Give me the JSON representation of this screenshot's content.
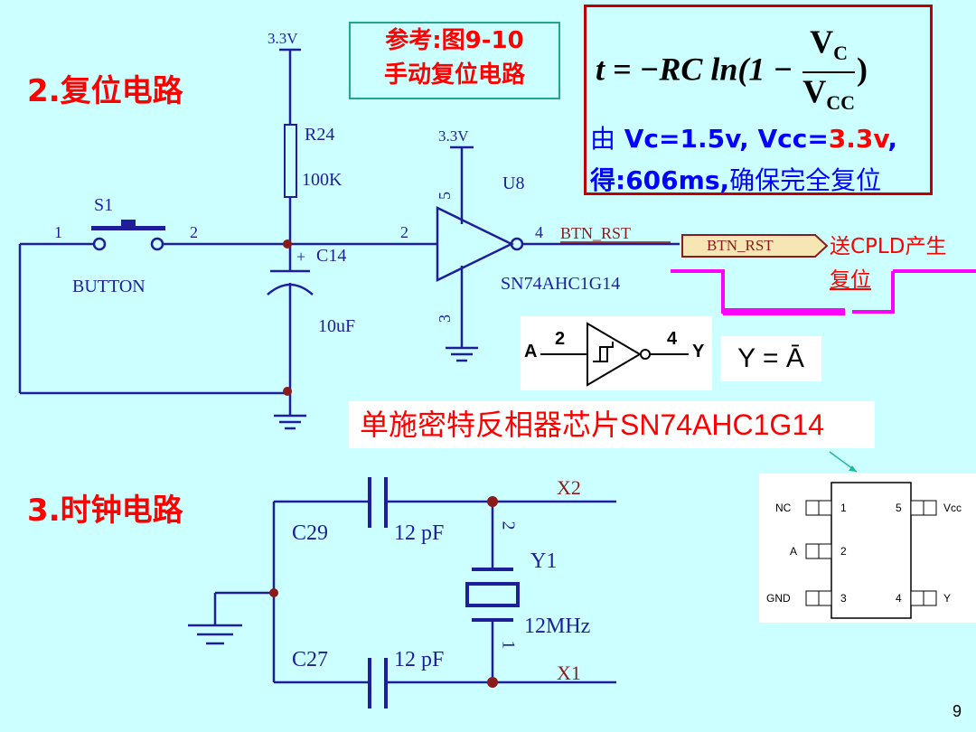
{
  "headings": {
    "reset": "2.复位电路",
    "clock": "3.时钟电路"
  },
  "reference": {
    "line1": "参考:图9-10",
    "line2": "手动复位电路"
  },
  "formula": {
    "equation_prefix": "t = −RC ln(1 −",
    "numerator": "V",
    "numerator_sub": "C",
    "denominator": "V",
    "denominator_sub": "CC",
    "equation_suffix": ")",
    "given_a": "由",
    "given_b": " Vc=1.5v, Vcc=",
    "given_c": "3.3v",
    "given_d": ",",
    "result_a": "得:606ms,",
    "result_b": "确保完全复位"
  },
  "reset_circuit": {
    "vcc_top": "3.3V",
    "resistor_ref": "R24",
    "resistor_value": "100K",
    "switch_ref": "S1",
    "switch_type": "BUTTON",
    "pin1": "1",
    "pin2": "2",
    "capacitor_ref": "C14",
    "capacitor_plus": "+",
    "capacitor_value": "10uF",
    "ic_vcc": "3.3V",
    "ic_ref": "U8",
    "ic_part": "SN74AHC1G14",
    "ic_pin_in": "2",
    "ic_pin_out": "4",
    "ic_pin_vcc": "5",
    "ic_pin_gnd": "3",
    "net_label": "BTN_RST",
    "port_label": "BTN_RST",
    "send_to": "送CPLD产生",
    "send_to_2": "复位"
  },
  "inverter_symbol": {
    "in": "A",
    "in_pin": "2",
    "out_pin": "4",
    "out": "Y"
  },
  "logic_eq": "Y = Ā",
  "caption": {
    "cn": "单施密特反相器芯片",
    "part": "SN74AHC1G14"
  },
  "clock_circuit": {
    "c_top_ref": "C29",
    "c_top_value": "12 pF",
    "c_bot_ref": "C27",
    "c_bot_value": "12 pF",
    "crystal_ref": "Y1",
    "crystal_value": "12MHz",
    "pin2": "2",
    "pin1": "1",
    "net_top": "X2",
    "net_bot": "X1"
  },
  "pinout": {
    "left_pins": [
      {
        "name": "NC",
        "num": "1"
      },
      {
        "name": "A",
        "num": "2"
      },
      {
        "name": "GND",
        "num": "3"
      }
    ],
    "right_pins": [
      {
        "name": "Vcc",
        "num": "5"
      },
      {
        "name": "Y",
        "num": "4"
      }
    ]
  },
  "page_number": "9",
  "colors": {
    "background": "#ccffff",
    "wire": "#1e1e9a",
    "junction": "#8b1a1a",
    "highlight": "#ff0000",
    "pulse": "#ff00ff"
  }
}
